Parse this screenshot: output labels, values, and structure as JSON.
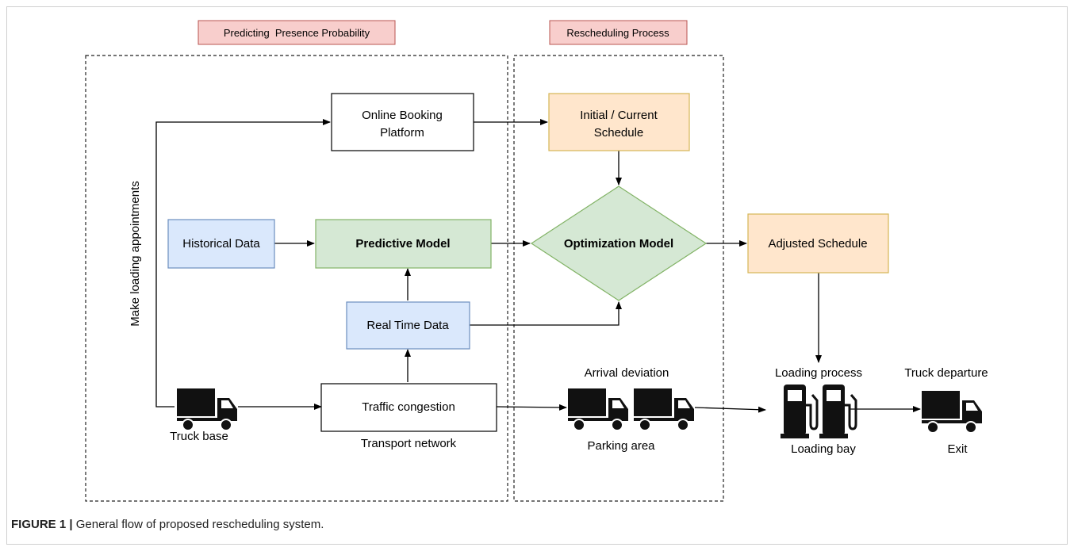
{
  "section_labels": {
    "predicting": "Predicting  Presence Probability",
    "rescheduling": "Rescheduling Process"
  },
  "side_label": "Make loading appointments",
  "nodes": {
    "online_booking": [
      "Online Booking",
      "Platform"
    ],
    "initial_schedule": [
      "Initial / Current",
      "Schedule"
    ],
    "historical_data": "Historical Data",
    "predictive_model": "Predictive Model",
    "optimization_model": "Optimization Model",
    "adjusted_schedule": "Adjusted Schedule",
    "real_time_data": "Real Time Data",
    "traffic_congestion": "Traffic congestion"
  },
  "labels": {
    "truck_base": "Truck base",
    "transport_network": "Transport network",
    "arrival_deviation": "Arrival deviation",
    "parking_area": "Parking area",
    "loading_process": "Loading process",
    "loading_bay": "Loading bay",
    "truck_departure": "Truck departure",
    "exit": "Exit"
  },
  "icons": [
    "truck-icon",
    "fuel-pump-icon"
  ],
  "colors": {
    "section_label_fill": "#f8cecc",
    "section_label_stroke": "#b85450",
    "data_fill": "#dae8fc",
    "data_stroke": "#6c8ebf",
    "model_fill": "#d5e8d4",
    "model_stroke": "#82b366",
    "schedule_fill": "#ffe6cc",
    "schedule_stroke": "#d6b656"
  },
  "caption": {
    "label": "FIGURE 1 |",
    "text": " General flow of proposed rescheduling system."
  }
}
